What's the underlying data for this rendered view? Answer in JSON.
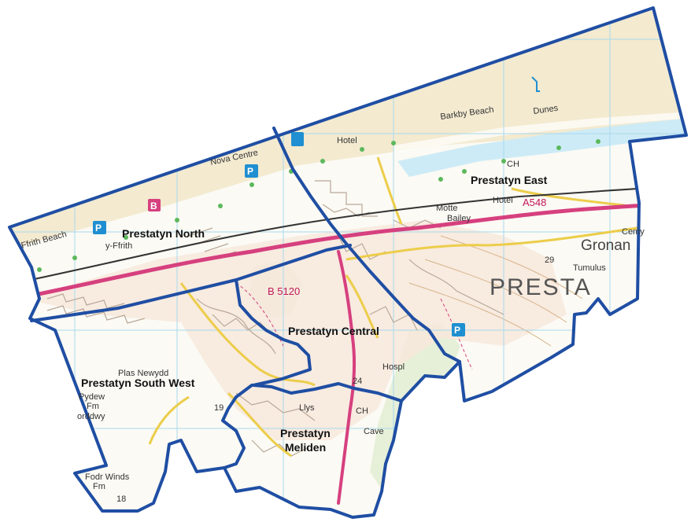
{
  "wards": [
    {
      "id": "north",
      "name": "Prestatyn North"
    },
    {
      "id": "east",
      "name": "Prestatyn East"
    },
    {
      "id": "central",
      "name": "Prestatyn Central"
    },
    {
      "id": "southwest",
      "name": "Prestatyn South West"
    },
    {
      "id": "meliden_1",
      "name": "Prestatyn"
    },
    {
      "id": "meliden_2",
      "name": "Meliden"
    }
  ],
  "place_labels": {
    "town": "PRESTA",
    "gronant": "Gronan",
    "barkby": "Barkby Beach",
    "dunes": "Dunes",
    "hotel1": "Hotel",
    "hotel2": "Hotel",
    "nova": "Nova Centre",
    "ffrith_beach": "Ffrith Beach",
    "y_ffrith": "y-Ffrith",
    "motte": "Motte",
    "bailey": "Bailey",
    "cemy": "Cemy",
    "tumulus": "Tumulus",
    "plas": "Plas Newydd",
    "pydew": "Pydew",
    "fm1": "Fm",
    "orddwy": "orddwy",
    "llys": "Llys",
    "ch1": "CH",
    "ch2": "CH",
    "cave": "Cave",
    "hospl": "Hospl",
    "fodr": "Fodr Winds",
    "fm2": "Fm",
    "n18": "18",
    "n19": "19",
    "n24": "24",
    "n29": "29"
  },
  "road_labels": {
    "a548": "A548",
    "b5120": "B 5120"
  },
  "parking_label": "P",
  "b_label": "B",
  "colors": {
    "boundary": "#1f4ea3",
    "beach": "#f3ead0",
    "sea": "#cdebf6",
    "a_road": "#d6407e",
    "minor_road": "#f0e06a",
    "grid": "#a9d9ee",
    "parking": "#1f8fd1"
  }
}
